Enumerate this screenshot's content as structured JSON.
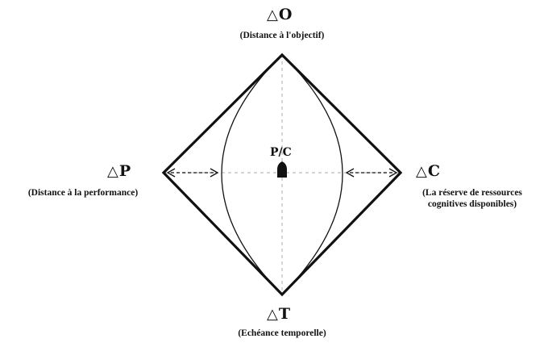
{
  "nodes": {
    "top": {
      "symbol": "△",
      "letter": "O",
      "label": "(Distance à l'objectif)"
    },
    "left": {
      "symbol": "△",
      "letter": "P",
      "label": "(Distance à la performance)"
    },
    "right": {
      "symbol": "△",
      "letter": "C",
      "label_line1": "(La réserve de ressources",
      "label_line2": "cognitives disponibles)"
    },
    "bottom": {
      "symbol": "△",
      "letter": "T",
      "label": "(Echéance temporelle)"
    }
  },
  "center": {
    "label": "P/C"
  },
  "colors": {
    "stroke": "#111111",
    "guide": "#bbbbbb"
  }
}
